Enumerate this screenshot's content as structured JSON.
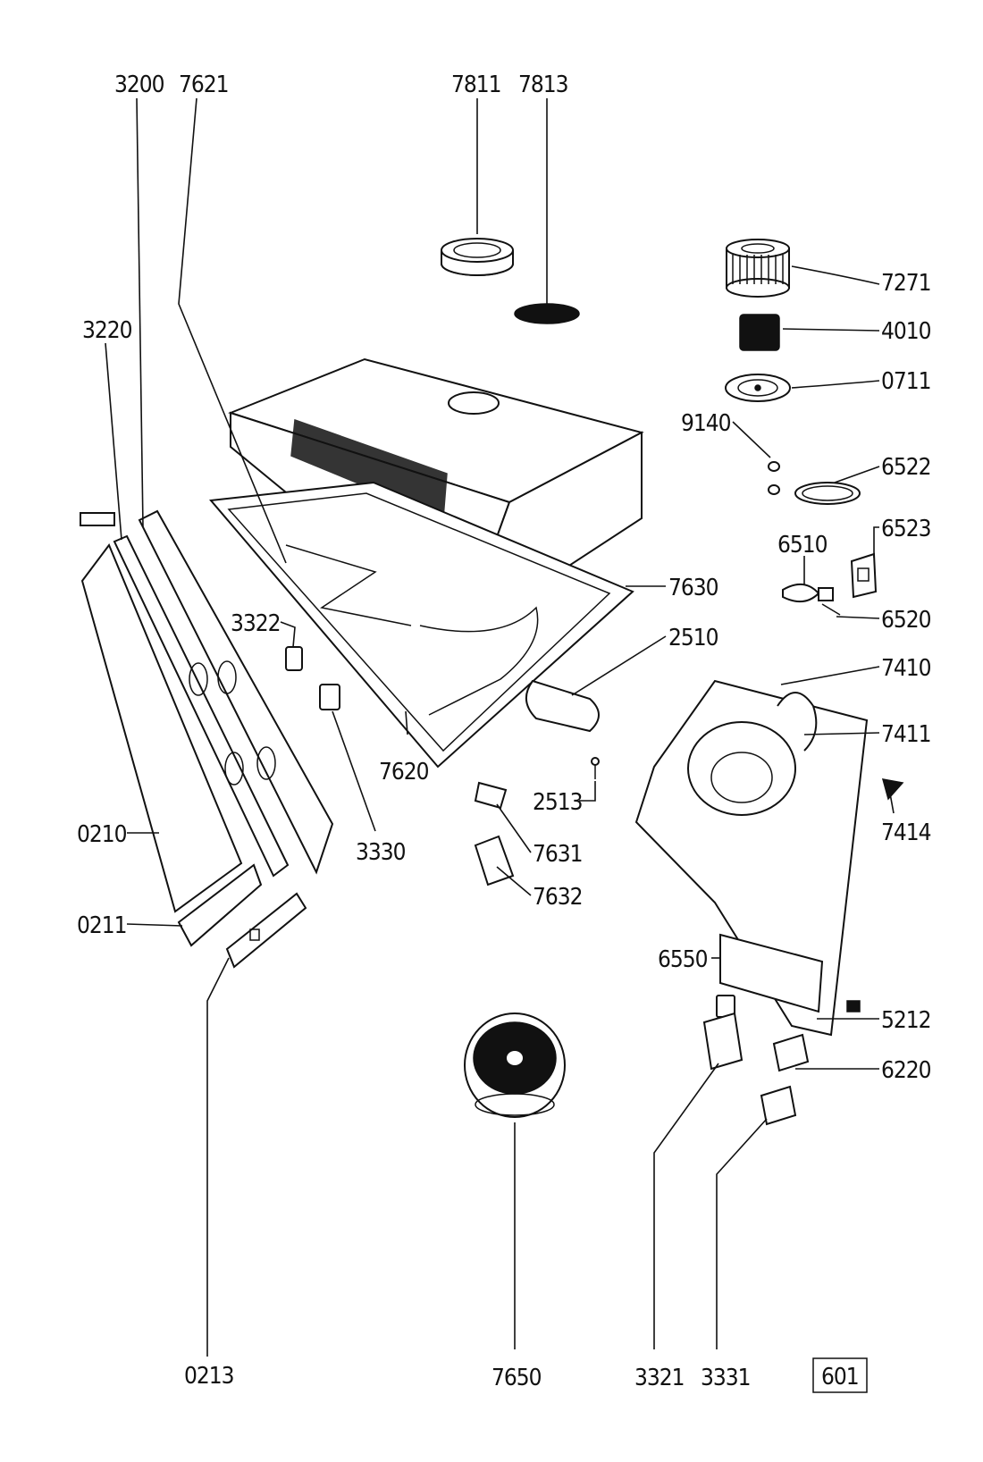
{
  "callouts": {
    "c3200": "3200",
    "c7621": "7621",
    "c7811": "7811",
    "c7813": "7813",
    "c7271": "7271",
    "c4010": "4010",
    "c0711": "0711",
    "c9140": "9140",
    "c6522": "6522",
    "c6523": "6523",
    "c6510": "6510",
    "c6520": "6520",
    "c3220": "3220",
    "c7630": "7630",
    "c2510": "2510",
    "c3322": "3322",
    "c7410": "7410",
    "c7411": "7411",
    "c7414": "7414",
    "c7620": "7620",
    "c2513": "2513",
    "c3330": "3330",
    "c7631": "7631",
    "c7632": "7632",
    "c0210": "0210",
    "c0211": "0211",
    "c6550": "6550",
    "c5212": "5212",
    "c6220": "6220",
    "c0213": "0213",
    "c7650": "7650",
    "c3321": "3321",
    "c3331": "3331"
  },
  "sheet_number": "601"
}
